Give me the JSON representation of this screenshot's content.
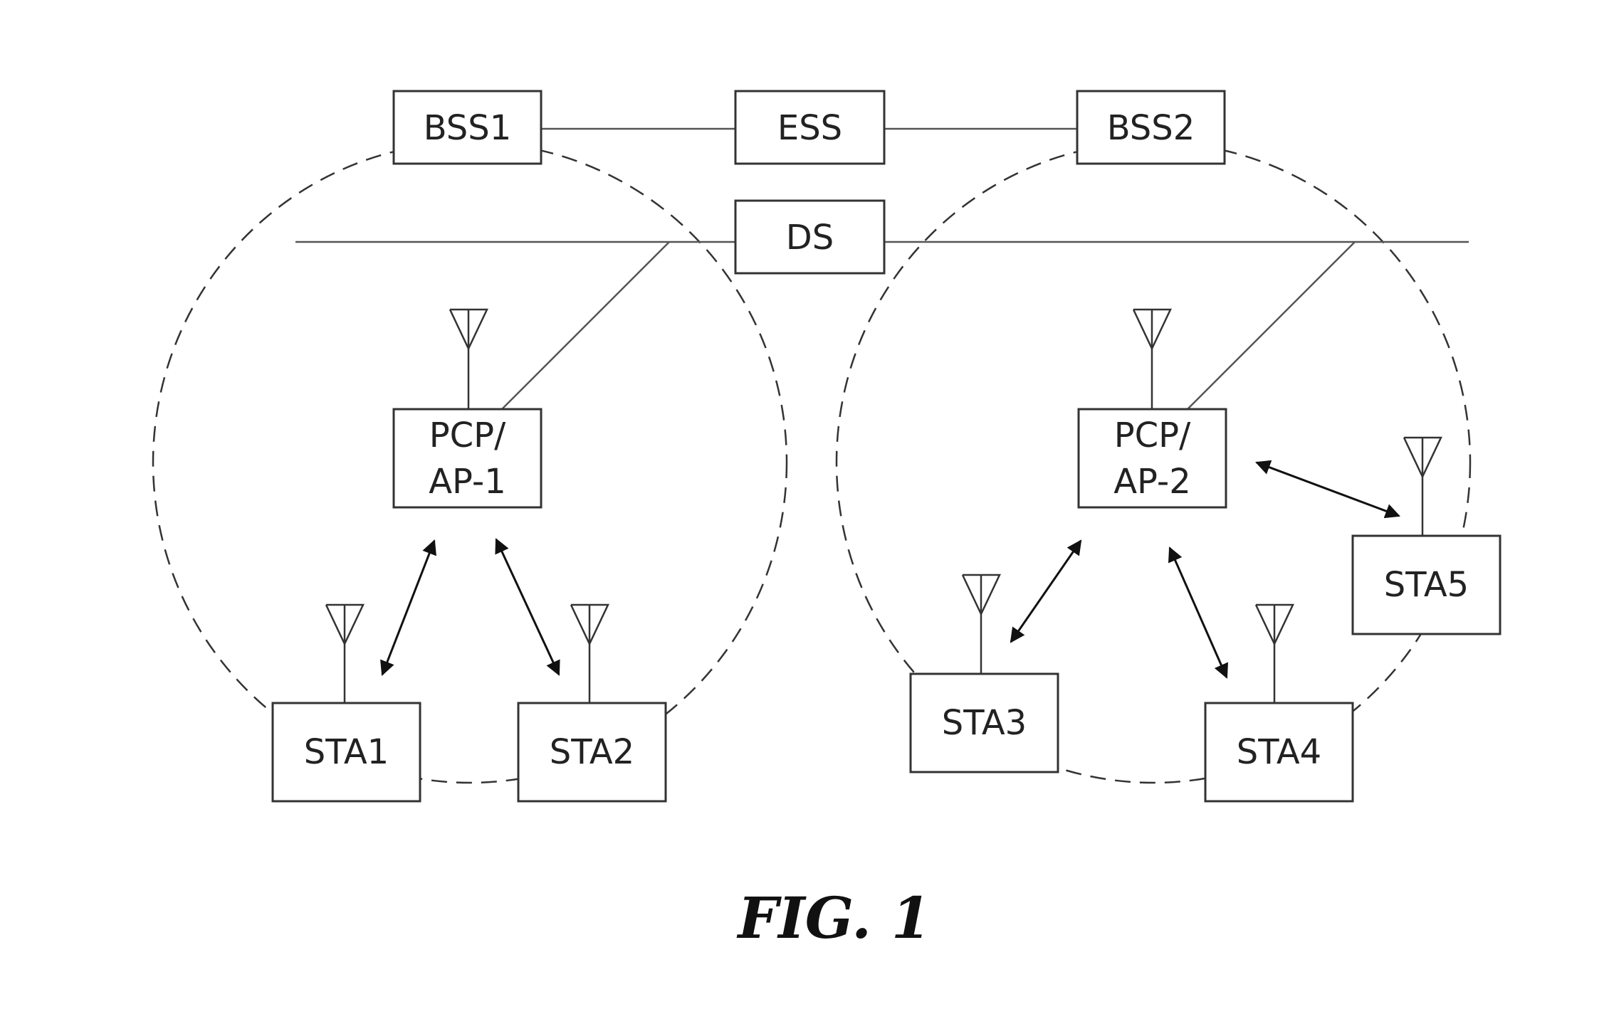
{
  "diagram": {
    "nodes": {
      "bss1": "BSS1",
      "ess": "ESS",
      "bss2": "BSS2",
      "ds": "DS",
      "ap1": [
        "PCP/",
        "AP-1"
      ],
      "ap2": [
        "PCP/",
        "AP-2"
      ],
      "sta1": "STA1",
      "sta2": "STA2",
      "sta3": "STA3",
      "sta4": "STA4",
      "sta5": "STA5"
    },
    "caption": "FIG. 1"
  }
}
